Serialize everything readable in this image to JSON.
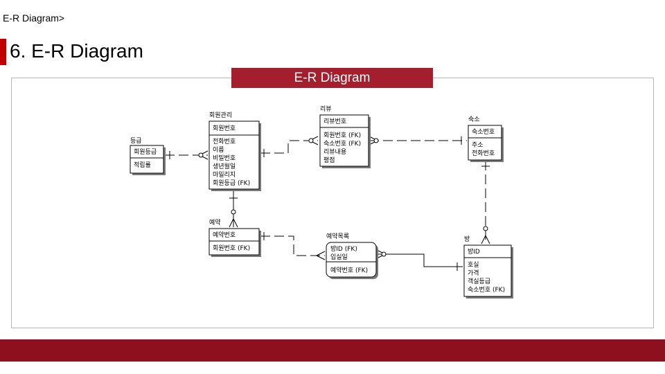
{
  "header": {
    "breadcrumb": "E-R Diagram>",
    "title": "6. E-R Diagram",
    "banner": "E-R Diagram"
  },
  "entities": {
    "grade": {
      "name": "등급",
      "keys": [
        "회원등급"
      ],
      "attrs": [
        "적립률"
      ]
    },
    "member": {
      "name": "회원관리",
      "keys": [
        "회원번호"
      ],
      "attrs": [
        "전화번호",
        "이름",
        "비밀번호",
        "생년월일",
        "마일리지",
        "회원등급 (FK)"
      ]
    },
    "review": {
      "name": "리뷰",
      "keys": [
        "리뷰번호"
      ],
      "attrs": [
        "회원번호 (FK)",
        "숙소번호 (FK)",
        "리뷰내용",
        "평점"
      ]
    },
    "lodging": {
      "name": "숙소",
      "keys": [
        "숙소번호"
      ],
      "attrs": [
        "주소",
        "전화번호"
      ]
    },
    "reservation": {
      "name": "예약",
      "keys": [
        "예약번호"
      ],
      "attrs": [
        "회원번호 (FK)"
      ]
    },
    "reservation_list": {
      "name": "예약목록",
      "keys": [
        "방ID (FK)",
        "입실일"
      ],
      "attrs": [
        "예약번호 (FK)"
      ]
    },
    "room": {
      "name": "방",
      "keys": [
        "방ID"
      ],
      "attrs": [
        "호실",
        "가격",
        "객실등급",
        "숙소번호 (FK)"
      ]
    }
  }
}
